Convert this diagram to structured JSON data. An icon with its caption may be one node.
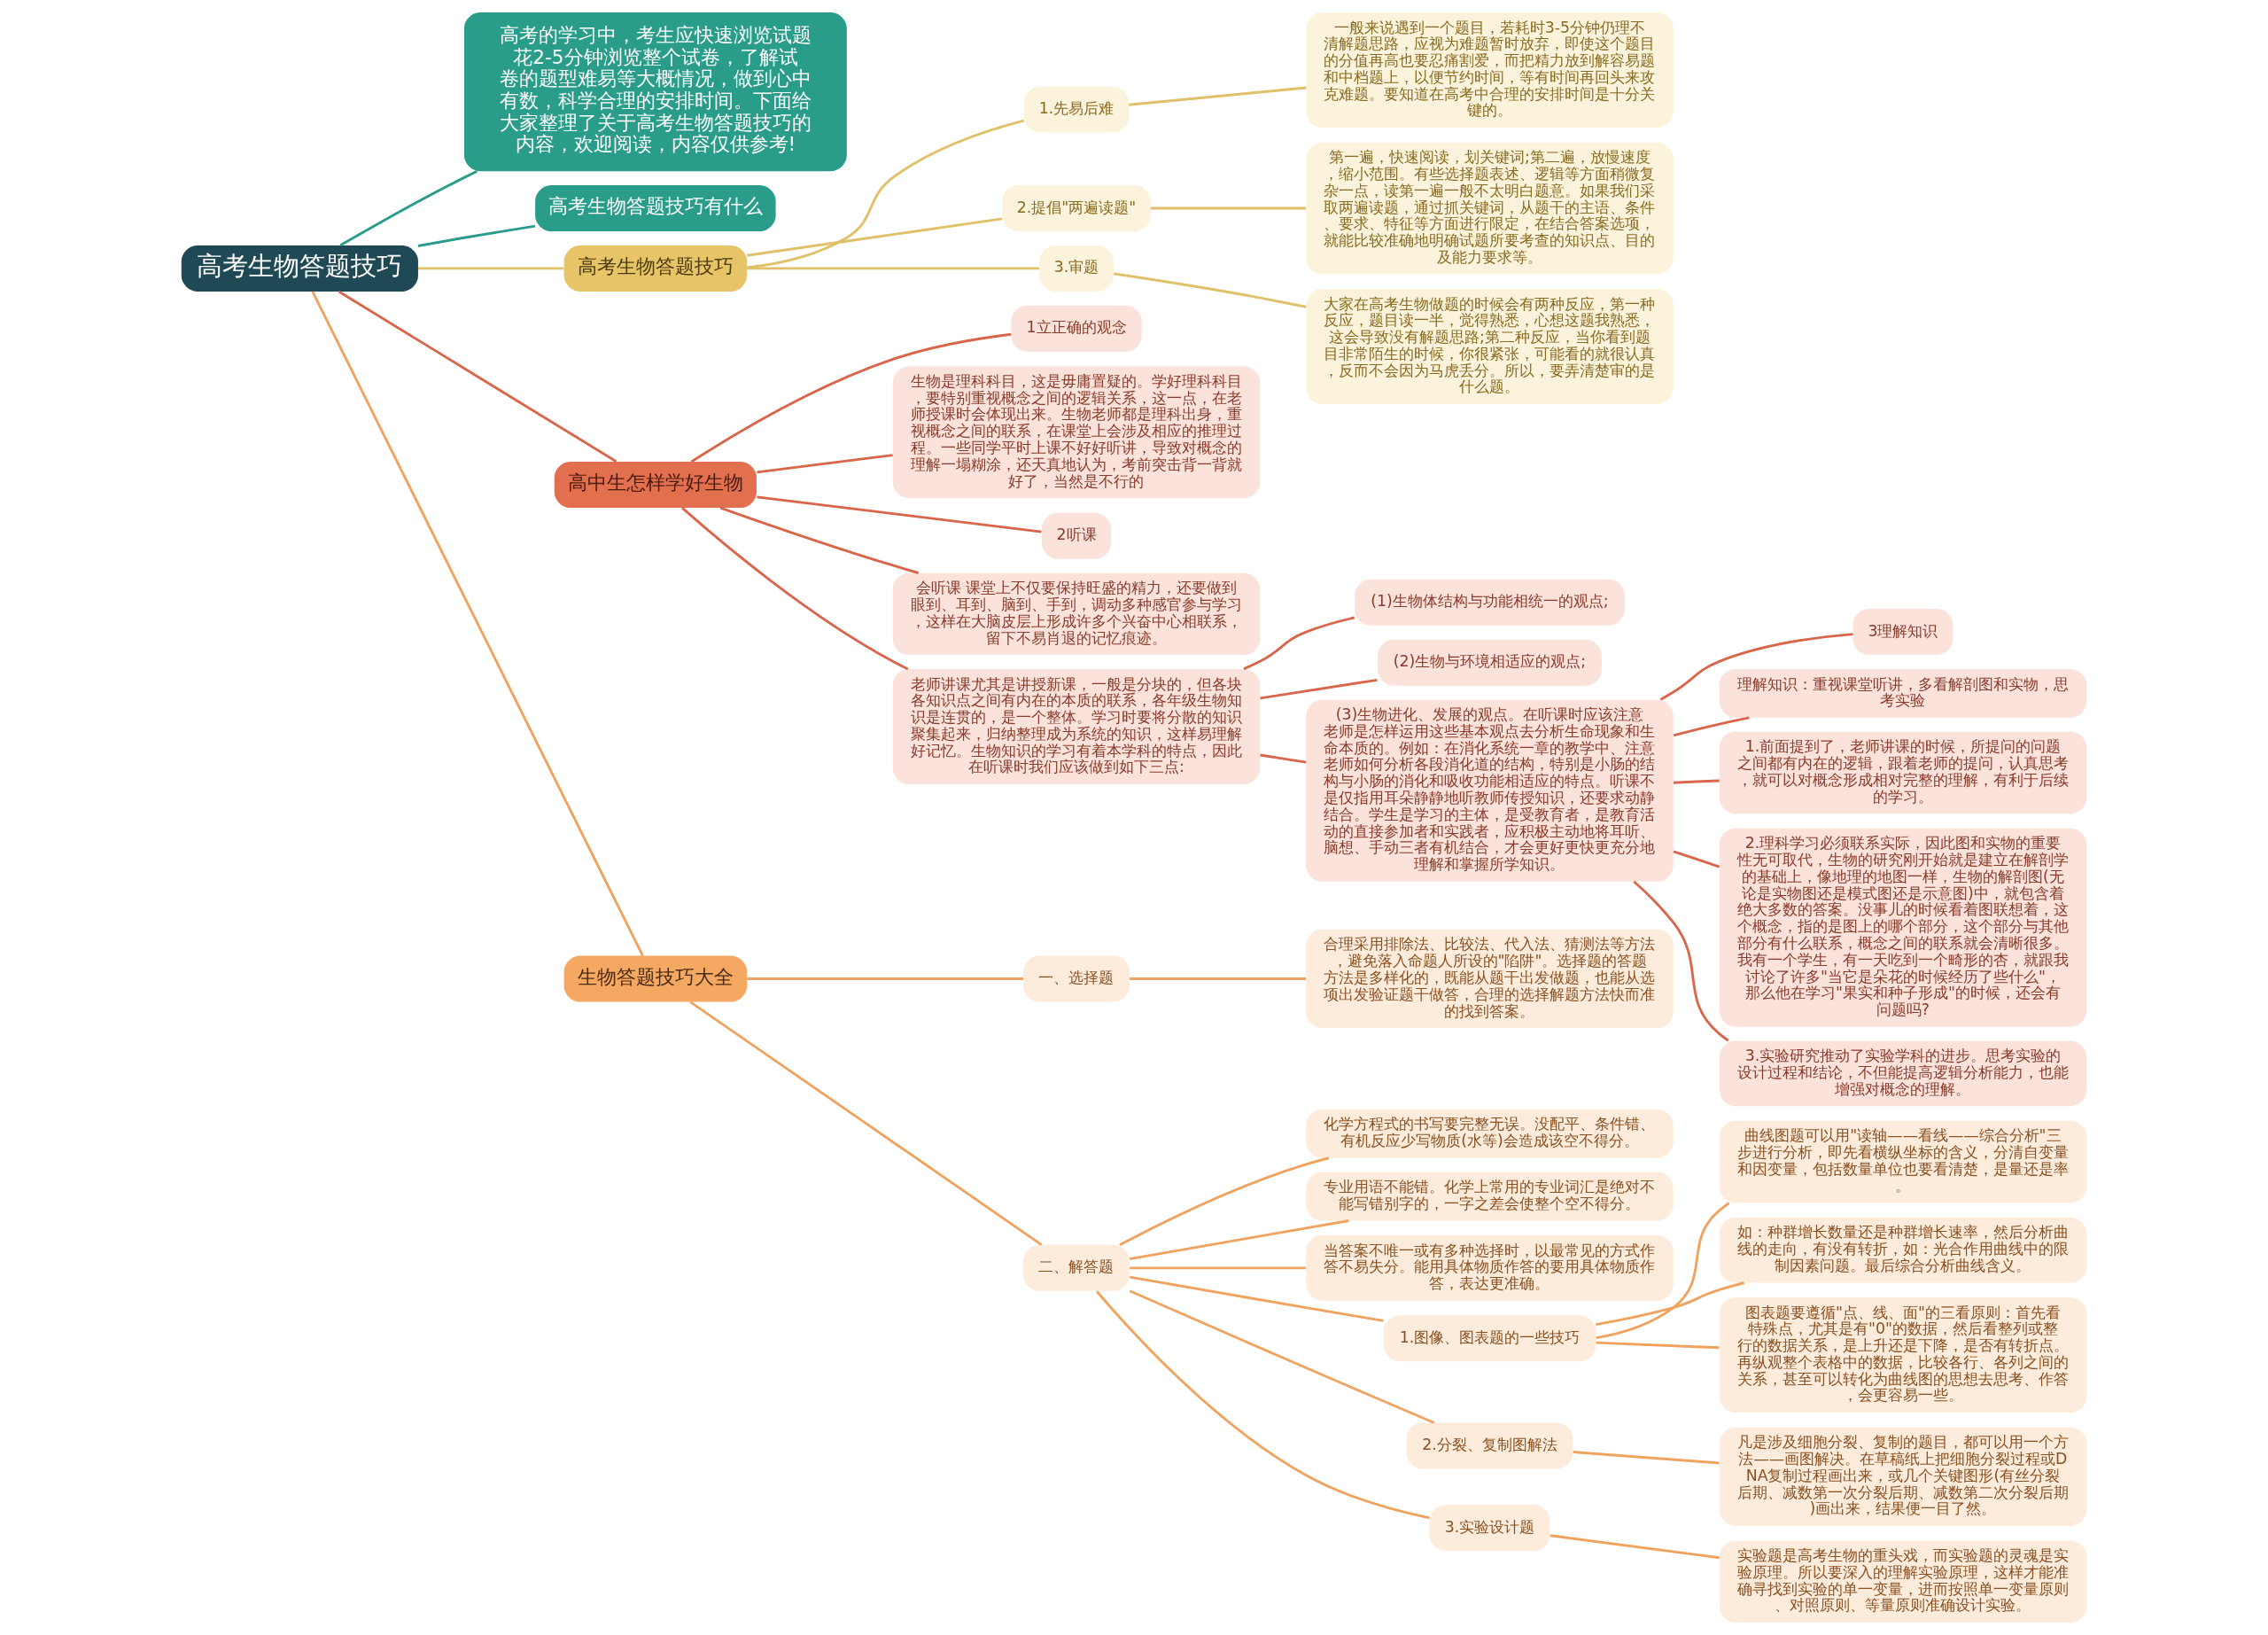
{
  "diagram": {
    "nodes": [
      {
        "text": [
          "高考生物答题技巧"
        ]
      },
      {
        "text": [
          "高考的学习中，考生应快速浏览试题花2-5分钟浏览整个试卷，了解试卷的题型难易等大概情况，做到心中有数，科学合理的安排时间。下面给大家整理了关于高考生物答题技巧的内容，欢迎阅读，内容仅供参考!"
        ]
      },
      {
        "text": [
          "高考生物答题技巧有什么"
        ]
      },
      {
        "text": [
          "高考生物答题技巧"
        ]
      },
      {
        "text": [
          "1.先易后难"
        ]
      },
      {
        "text": [
          "一般来说遇到一个题目，若耗时3-5分钟仍理不清解题思路，应视为难题暂时放弃，即使这个题目的分值再高也要忍痛割爱，而把精力放到解容易题和中档题上，以便节约时间，等有时间再回头来攻克难题。要知道在高考中合理的安排时间是十分关键的。"
        ]
      },
      {
        "text": [
          "2.提倡\"两遍读题\""
        ]
      },
      {
        "text": [
          "第一遍，快速阅读，划关键词;第二遍，放慢速度，缩小范围。有些选择题表述、逻辑等方面稍微复杂一点，读第一遍一般不太明白题意。如果我们采取两遍读题，通过抓关键词，从题干的主语、条件、要求、特征等方面进行限定，在结合答案选项，就能比较准确地明确试题所要考查的知识点、目的及能力要求等。"
        ]
      },
      {
        "text": [
          "3.审题"
        ]
      },
      {
        "text": [
          "大家在高考生物做题的时候会有两种反应，第一种反应，题目读一半，觉得熟悉，心想这题我熟悉，这会导致没有解题思路;第二种反应，当你看到题目非常陌生的时候，你很紧张，可能看的就很认真，反而不会因为马虎丢分。所以，要弄清楚审的是什么题。"
        ]
      },
      {
        "text": [
          "高中生怎样学好生物"
        ]
      },
      {
        "text": [
          "1立正确的观念"
        ]
      },
      {
        "text": [
          "生物是理科科目，这是毋庸置疑的。学好理科科目，要特别重视概念之间的逻辑关系，这一点，在老师授课时会体现出来。生物老师都是理科出身，重视概念之间的联系，在课堂上会涉及相应的推理过程。一些同学平时上课不好好听讲，导致对概念的理解一塌糊涂，还天真地认为，考前突击背一背就好了，当然是不行的"
        ]
      },
      {
        "text": [
          "2听课"
        ]
      },
      {
        "text": [
          "会听课 课堂上不仅要保持旺盛的精力，还要做到眼到、耳到、脑到、手到，调动多种感官参与学习，这样在大脑皮层上形成许多个兴奋中心相联系，留下不易肖退的记忆痕迹。"
        ]
      },
      {
        "text": [
          "老师讲课尤其是讲授新课，一般是分块的，但各块各知识点之间有内在的本质的联系，各年级生物知识是连贯的，是一个整体。学习时要将分散的知识聚集起来，归纳整理成为系统的知识，这样易理解好记忆。生物知识的学习有着本学科的特点，因此在听课时我们应该做到如下三点:"
        ]
      },
      {
        "text": [
          "(1)生物体结构与功能相统一的观点;"
        ]
      },
      {
        "text": [
          "(2)生物与环境相适应的观点;"
        ]
      },
      {
        "text": [
          "(3)生物进化、发展的观点。在听课时应该注意老师是怎样运用这些基本观点去分析生命现象和生命本质的。例如：在消化系统一章的教学中、注意老师如何分析各段消化道的结构，特别是小肠的结构与小肠的消化和吸收功能相适应的特点。听课不是仅指用耳朵静静地听教师传授知识，还要求动静结合。学生是学习的主体，是受教育者，是教育活动的直接参加者和实践者，应积极主动地将耳听、脑想、手动三者有机结合，才会更好更快更充分地理解和掌握所学知识。"
        ]
      },
      {
        "text": [
          "3理解知识"
        ]
      },
      {
        "text": [
          "理解知识：重视课堂听讲，多看解剖图和实物，思考实验"
        ]
      },
      {
        "text": [
          "1.前面提到了，老师讲课的时候，所提问的问题之间都有内在的逻辑，跟着老师的提问，认真思考，就可以对概念形成相对完整的理解，有利于后续的学习。"
        ]
      },
      {
        "text": [
          "2.理科学习必须联系实际，因此图和实物的重要性无可取代，生物的研究刚开始就是建立在解剖学的基础上，像地理的地图一样，生物的解剖图(无论是实物图还是模式图还是示意图)中，就包含着绝大多数的答案。没事儿的时候看着图联想着，这个概念，指的是图上的哪个部分，这个部分与其他部分有什么联系，概念之间的联系就会清晰很多。我有一个学生，有一天吃到一个畸形的杏，就跟我讨论了许多\"当它是朵花的时候经历了些什么\"，那么他在学习\"果实和种子形成\"的时候，还会有问题吗?"
        ]
      },
      {
        "text": [
          "3.实验研究推动了实验学科的进步。思考实验的设计过程和结论，不但能提高逻辑分析能力，也能增强对概念的理解。"
        ]
      },
      {
        "text": [
          "生物答题技巧大全"
        ]
      },
      {
        "text": [
          "一、选择题"
        ]
      },
      {
        "text": [
          "合理采用排除法、比较法、代入法、猜测法等方法，避免落入命题人所设的\"陷阱\"。选择题的答题方法是多样化的，既能从题干出发做题，也能从选项出发验证题干做答，合理的选择解题方法快而准的找到答案。"
        ]
      },
      {
        "text": [
          "二、解答题"
        ]
      },
      {
        "text": [
          "化学方程式的书写要完整无误。没配平、条件错、有机反应少写物质(水等)会造成该空不得分。"
        ]
      },
      {
        "text": [
          "专业用语不能错。化学上常用的专业词汇是绝对不能写错别字的，一字之差会使整个空不得分。"
        ]
      },
      {
        "text": [
          "当答案不唯一或有多种选择时，以最常见的方式作答不易失分。能用具体物质作答的要用具体物质作答，表达更准确。"
        ]
      },
      {
        "text": [
          "1.图像、图表题的一些技巧"
        ]
      },
      {
        "text": [
          "曲线图题可以用\"读轴——看线——综合分析\"三步进行分析，即先看横纵坐标的含义，分清自变量和因变量，包括数量单位也要看清楚，是量还是率。"
        ]
      },
      {
        "text": [
          "如：种群增长数量还是种群增长速率，然后分析曲线的走向，有没有转折，如：光合作用曲线中的限制因素问题。最后综合分析曲线含义。"
        ]
      },
      {
        "text": [
          "图表题要遵循\"点、线、面\"的三看原则：首先看特殊点，尤其是有\"0\"的数据，然后看整列或整行的数据关系，是上升还是下降，是否有转折点。再纵观整个表格中的数据，比较各行、各列之间的关系，甚至可以转化为曲线图的思想去思考、作答，会更容易一些。"
        ]
      },
      {
        "text": [
          "2.分裂、复制图解法"
        ]
      },
      {
        "text": [
          "凡是涉及细胞分裂、复制的题目，都可以用一个方法——画图解决。在草稿纸上把细胞分裂过程或DNA复制过程画出来，或几个关键图形(有丝分裂后期、减数第一次分裂后期、减数第二次分裂后期)画出来，结果便一目了然。"
        ]
      },
      {
        "text": [
          "3.实验设计题"
        ]
      },
      {
        "text": [
          "实验题是高考生物的重头戏，而实验题的灵魂是实验原理。所以要深入的理解实验原理，这样才能准确寻找到实验的单一变量，进而按照单一变量原则、对照原则、等量原则准确设计实验。"
        ]
      }
    ],
    "edges": [
      {
        "from": 0,
        "to": 1,
        "arrow": "none",
        "color": "#2a9d8a"
      },
      {
        "from": 0,
        "to": 2,
        "arrow": "none",
        "color": "#2a9d8a"
      },
      {
        "from": 0,
        "to": 3,
        "arrow": "none",
        "color": "#e0c068"
      },
      {
        "from": 3,
        "to": 4,
        "arrow": "none",
        "color": "#e0c068"
      },
      {
        "from": 4,
        "to": 5,
        "arrow": "none",
        "color": "#e0c068"
      },
      {
        "from": 3,
        "to": 6,
        "arrow": "none",
        "color": "#e0c068"
      },
      {
        "from": 6,
        "to": 7,
        "arrow": "none",
        "color": "#e0c068"
      },
      {
        "from": 3,
        "to": 8,
        "arrow": "none",
        "color": "#e0c068"
      },
      {
        "from": 8,
        "to": 9,
        "arrow": "none",
        "color": "#e0c068"
      },
      {
        "from": 0,
        "to": 10,
        "arrow": "none",
        "color": "#d9664a"
      },
      {
        "from": 10,
        "to": 11,
        "arrow": "none",
        "color": "#d9664a"
      },
      {
        "from": 10,
        "to": 12,
        "arrow": "none",
        "color": "#d9664a"
      },
      {
        "from": 10,
        "to": 13,
        "arrow": "none",
        "color": "#d9664a"
      },
      {
        "from": 10,
        "to": 14,
        "arrow": "none",
        "color": "#d9664a"
      },
      {
        "from": 10,
        "to": 15,
        "arrow": "none",
        "color": "#d9664a"
      },
      {
        "from": 15,
        "to": 16,
        "arrow": "none",
        "color": "#d9664a"
      },
      {
        "from": 15,
        "to": 17,
        "arrow": "none",
        "color": "#d9664a"
      },
      {
        "from": 15,
        "to": 18,
        "arrow": "none",
        "color": "#d9664a"
      },
      {
        "from": 18,
        "to": 19,
        "arrow": "none",
        "color": "#d9664a"
      },
      {
        "from": 18,
        "to": 20,
        "arrow": "none",
        "color": "#d9664a"
      },
      {
        "from": 18,
        "to": 21,
        "arrow": "none",
        "color": "#d9664a"
      },
      {
        "from": 18,
        "to": 22,
        "arrow": "none",
        "color": "#d9664a"
      },
      {
        "from": 18,
        "to": 23,
        "arrow": "none",
        "color": "#d9664a"
      },
      {
        "from": 0,
        "to": 24,
        "arrow": "none"
      },
      {
        "from": 24,
        "to": 25,
        "arrow": "none"
      },
      {
        "from": 25,
        "to": 26,
        "arrow": "none"
      },
      {
        "from": 24,
        "to": 27,
        "arrow": "none"
      },
      {
        "from": 27,
        "to": 28,
        "arrow": "none"
      },
      {
        "from": 27,
        "to": 29,
        "arrow": "none"
      },
      {
        "from": 27,
        "to": 30,
        "arrow": "none"
      },
      {
        "from": 27,
        "to": 31,
        "arrow": "none"
      },
      {
        "from": 31,
        "to": 32,
        "arrow": "none"
      },
      {
        "from": 31,
        "to": 33,
        "arrow": "none"
      },
      {
        "from": 31,
        "to": 34,
        "arrow": "none"
      },
      {
        "from": 27,
        "to": 35,
        "arrow": "none"
      },
      {
        "from": 35,
        "to": 36,
        "arrow": "none"
      },
      {
        "from": 27,
        "to": 37,
        "arrow": "none"
      },
      {
        "from": 37,
        "to": 38,
        "arrow": "none"
      }
    ]
  }
}
